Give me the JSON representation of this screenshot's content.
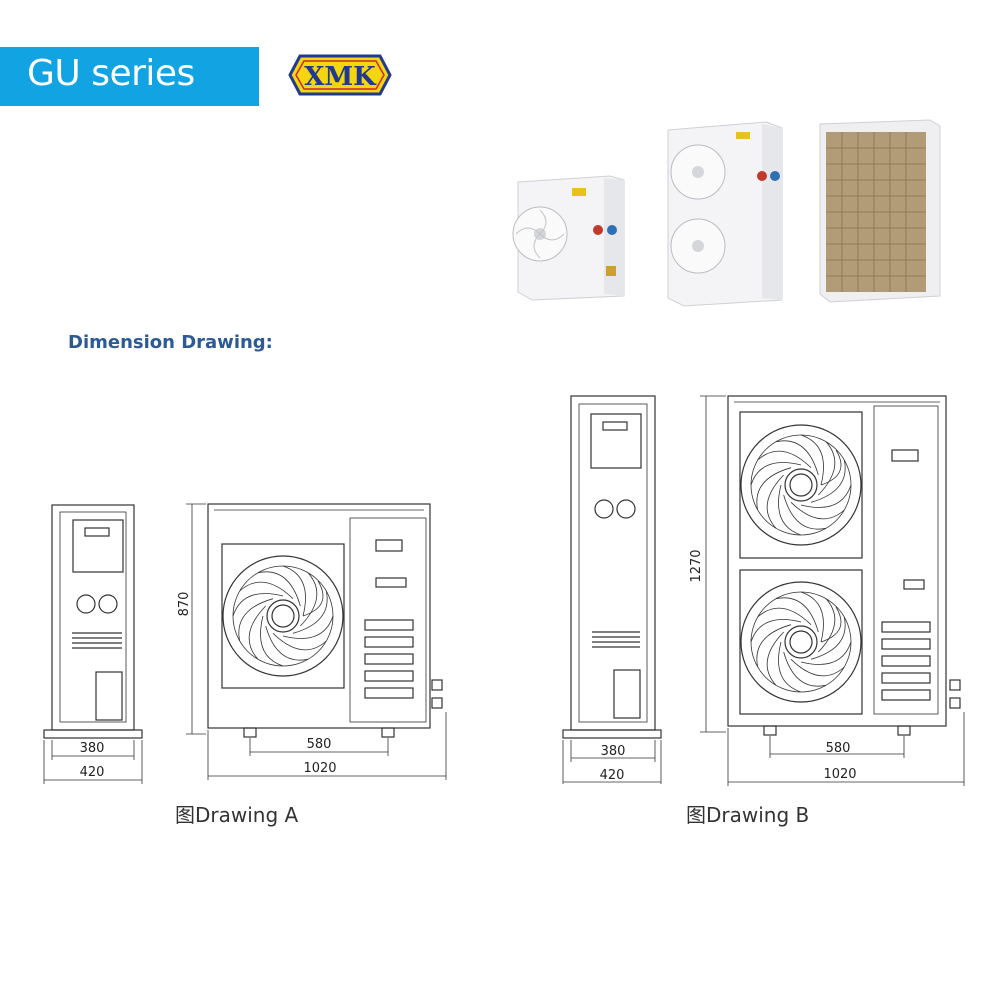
{
  "header": {
    "series_title": "GU series",
    "logo_text": "XMK",
    "banner_color": "#12a3e3"
  },
  "section": {
    "title": "Dimension Drawing:",
    "title_color": "#2b5a94"
  },
  "drawing_a": {
    "caption": "图Drawing  A",
    "dims": {
      "side_inner": "380",
      "side_outer": "420",
      "height": "870",
      "feet": "580",
      "width": "1020"
    }
  },
  "drawing_b": {
    "caption": "图Drawing  B",
    "dims": {
      "side_inner": "380",
      "side_outer": "420",
      "height": "1270",
      "feet": "580",
      "width": "1020"
    }
  },
  "icons": [
    "fan-icon",
    "valve-icon"
  ]
}
